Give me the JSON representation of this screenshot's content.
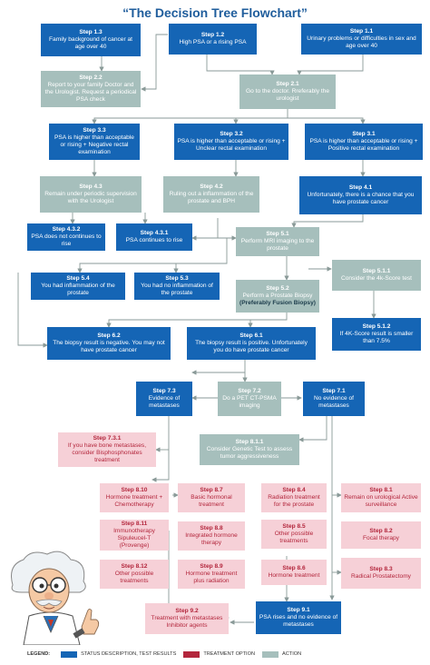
{
  "title": "“The Decision Tree Flowchart”",
  "colors": {
    "status": "#1565b5",
    "treatment": "#b3263c",
    "treatment_fill": "#f6d0d7",
    "action": "#a6bfbc"
  },
  "nodes": {
    "s1_3": {
      "step": "Step 1.3",
      "text": "Family background of cancer at age over 40"
    },
    "s1_2": {
      "step": "Step 1.2",
      "text": "High PSA or a rising PSA"
    },
    "s1_1": {
      "step": "Step 1.1",
      "text": "Urinary problems or difficulties in sex and age over 40"
    },
    "s2_2": {
      "step": "Step 2.2",
      "text": "Report to your family Doctor and the Urologist. Request a periodical PSA check"
    },
    "s2_1": {
      "step": "Step 2.1",
      "text": "Go to the doctor. Rreferably the urologist"
    },
    "s3_3": {
      "step": "Step 3.3",
      "text": "PSA is higher than acceptable or rising + Negative rectal examination"
    },
    "s3_2": {
      "step": "Step 3.2",
      "text": "PSA is higher than acceptable or rising + Unclear rectal examination"
    },
    "s3_1": {
      "step": "Step 3.1",
      "text": "PSA is higher than acceptable or rising + Positive rectal examination"
    },
    "s4_3": {
      "step": "Step 4.3",
      "text": "Remain under periodic supervision with the Urologist"
    },
    "s4_2": {
      "step": "Step 4.2",
      "text": "Ruling out a inflammation of the prostate and BPH"
    },
    "s4_1": {
      "step": "Step 4.1",
      "text": "Unfortunately, there is a chance that you have prostate cancer"
    },
    "s4_3_2": {
      "step": "Step 4.3.2",
      "text": "PSA does not continues to rise"
    },
    "s4_3_1": {
      "step": "Step 4.3.1",
      "text": "PSA continues to rise"
    },
    "s5_1": {
      "step": "Step 5.1",
      "text": "Perform MRI imaging to the prostate"
    },
    "s5_1_1": {
      "step": "Step 5.1.1",
      "text": "Consider the 4k-Score test"
    },
    "s5_4": {
      "step": "Step 5.4",
      "text": "You had inflammation of the prostate"
    },
    "s5_3": {
      "step": "Step 5.3",
      "text": "You had no inflammation of the prostate"
    },
    "s5_2": {
      "step": "Step 5.2",
      "text": "Perform a Prostate Biopsy",
      "text2": "(Preferably Fusion Biopsy)"
    },
    "s5_1_2": {
      "step": "Step 5.1.2",
      "text": "If 4K-Score result is smaller than 7.5%"
    },
    "s6_2": {
      "step": "Step 6.2",
      "text": "The biopsy result is negative. You may not have prostate cancer"
    },
    "s6_1": {
      "step": "Step 6.1",
      "text": "The biopsy result is positive. Unfortunately you do have prostate cancer"
    },
    "s7_3": {
      "step": "Step 7.3",
      "text": "Evidence of metastases"
    },
    "s7_2": {
      "step": "Step 7.2",
      "text": "Do a PET CT-PSMA imaging"
    },
    "s7_1": {
      "step": "Step 7.1",
      "text": "No evidence of metastases"
    },
    "s7_3_1": {
      "step": "Step 7.3.1",
      "text": "If you have bone metastases, consider Bisphosphonates treatment"
    },
    "s8_1_1": {
      "step": "Step 8.1.1",
      "text": "Consider Genetic Test to assess tumor aggressiveness"
    },
    "s8_10": {
      "step": "Step 8.10",
      "text": "Hormone treatment + Chemotherapy"
    },
    "s8_7": {
      "step": "Step 8.7",
      "text": "Basic hormonal treatment"
    },
    "s8_4": {
      "step": "Step 8.4",
      "text": "Radiation treatment for the prostate"
    },
    "s8_1": {
      "step": "Step 8.1",
      "text": "Remain on urological Active surveillance"
    },
    "s8_11": {
      "step": "Step 8.11",
      "text": "Immunotherapy Sipuleucel-T (Provenge)"
    },
    "s8_8": {
      "step": "Step 8.8",
      "text": "Integrated hormone therapy"
    },
    "s8_5": {
      "step": "Step 8.5",
      "text": "Other possible treatments"
    },
    "s8_2": {
      "step": "Step 8.2",
      "text": "Focal therapy"
    },
    "s8_12": {
      "step": "Step 8.12",
      "text": "Other possible treatments"
    },
    "s8_9": {
      "step": "Step 8.9",
      "text": "Hormone treatment plus radiation"
    },
    "s8_6": {
      "step": "Step 8.6",
      "text": "Hormone treatment"
    },
    "s8_3": {
      "step": "Step 8.3",
      "text": "Radical Prostatectomy"
    },
    "s9_2": {
      "step": "Step 9.2",
      "text": "Treatment with metastases Inhibitor agents"
    },
    "s9_1": {
      "step": "Step 9.1",
      "text": "PSA rises and no evidence of metastases"
    }
  },
  "legend": {
    "label": "LEGEND:",
    "status": "STATUS DESCRIPTION, TEST RESULTS",
    "treatment": "TREATMENT OPTION",
    "action": "ACTION"
  }
}
